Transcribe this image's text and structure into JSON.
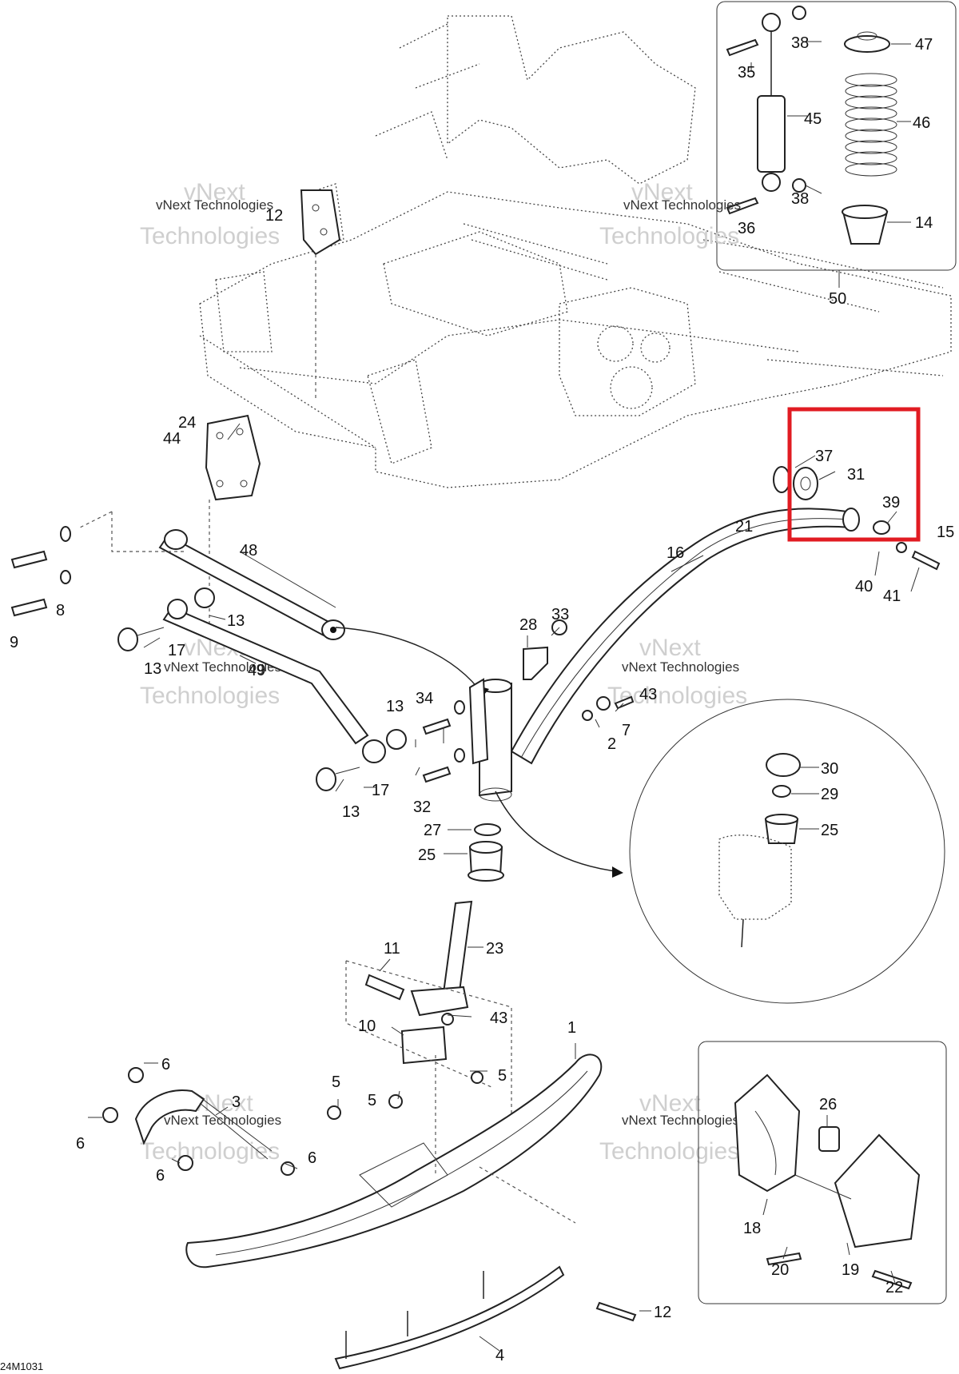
{
  "diagram_code": "24M1031",
  "watermark": {
    "line1": "vNext",
    "line2": "vNext Technologies",
    "line3": "Technologies"
  },
  "labels": [
    "38",
    "47",
    "35",
    "45",
    "46",
    "38",
    "36",
    "14",
    "50",
    "12",
    "37",
    "31",
    "39",
    "15",
    "21",
    "24",
    "44",
    "16",
    "40",
    "41",
    "48",
    "8",
    "9",
    "13",
    "28",
    "33",
    "17",
    "13",
    "49",
    "43",
    "13",
    "34",
    "7",
    "2",
    "30",
    "29",
    "25",
    "13",
    "17",
    "32",
    "27",
    "25",
    "23",
    "11",
    "43",
    "10",
    "1",
    "6",
    "5",
    "5",
    "5",
    "3",
    "6",
    "6",
    "6",
    "26",
    "18",
    "20",
    "19",
    "22",
    "12",
    "4"
  ],
  "highlight_color": "#e11b22"
}
